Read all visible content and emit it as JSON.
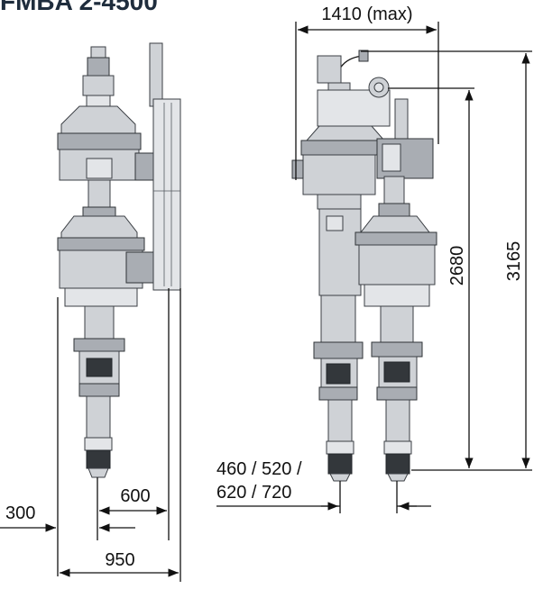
{
  "title": "FMBA 2-4500",
  "dimensions": {
    "width_max": "1410 (max)",
    "height_upper": "3165",
    "height_lower": "2680",
    "spacing_line1": "460 / 520 /",
    "spacing_line2": "620 / 720",
    "offset_left": "300",
    "offset_center": "600",
    "overall_width": "950"
  },
  "colors": {
    "machine_body": "#cfd2d6",
    "machine_dark": "#a9adb3",
    "line": "#111111",
    "title": "#1f2d3d"
  }
}
